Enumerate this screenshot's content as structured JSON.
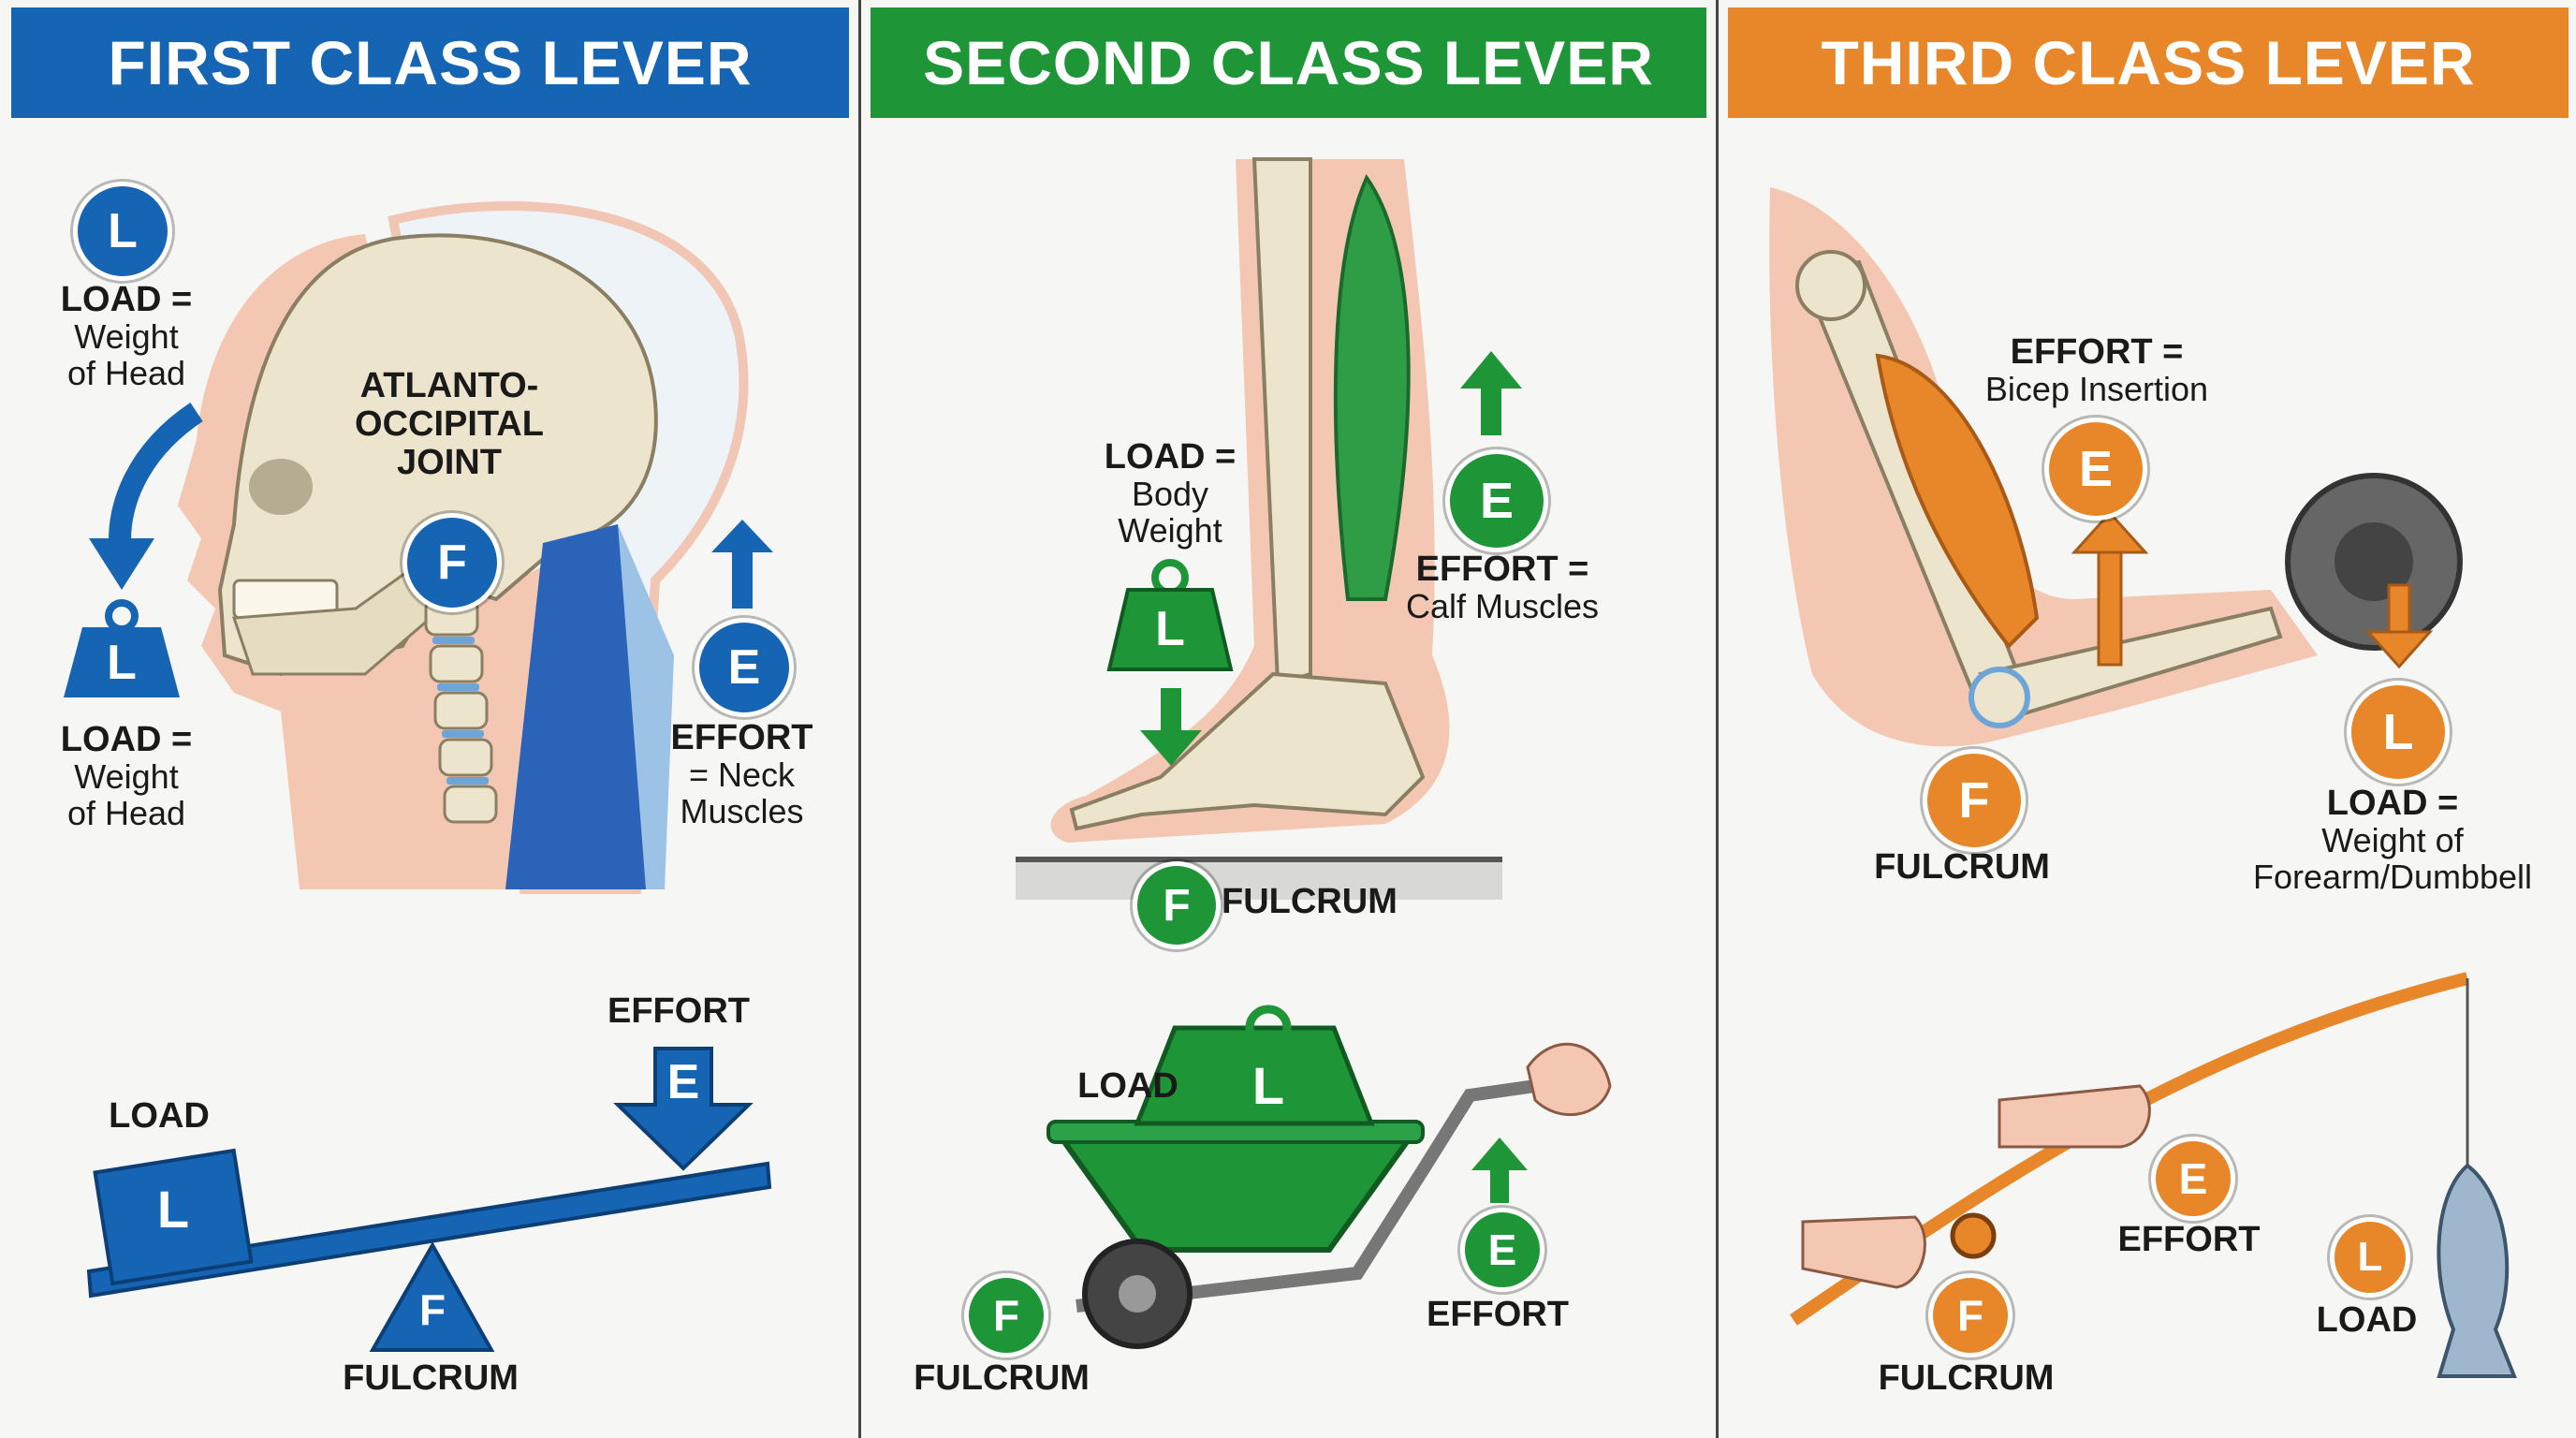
{
  "colors": {
    "first": "#1565b4",
    "second": "#1e9638",
    "third": "#e8872a",
    "bone": "#ece4cc",
    "skin": "#f3c7b2",
    "ink": "#1a1a1a"
  },
  "panels": [
    {
      "title": "FIRST CLASS LEVER",
      "badges": {
        "load": "L",
        "fulcrum": "F",
        "effort": "E",
        "weight": "L"
      },
      "anatomy": {
        "load_top_line1": "LOAD =",
        "load_top_line2": "Weight",
        "load_top_line3": "of Head",
        "load_bottom_line1": "LOAD =",
        "load_bottom_line2": "Weight",
        "load_bottom_line3": "of Head",
        "joint_line1": "ATLANTO-",
        "joint_line2": "OCCIPITAL",
        "joint_line3": "JOINT",
        "effort_line1": "EFFORT",
        "effort_line2": "= Neck",
        "effort_line3": "Muscles"
      },
      "simple": {
        "load": "LOAD",
        "load_box": "L",
        "effort": "EFFORT",
        "effort_arrow": "E",
        "fulcrum": "FULCRUM",
        "fulcrum_tri": "F"
      }
    },
    {
      "title": "SECOND CLASS LEVER",
      "badges": {
        "weight": "L",
        "effort": "E",
        "fulcrum": "F"
      },
      "anatomy": {
        "load_line1": "LOAD =",
        "load_line2": "Body",
        "load_line3": "Weight",
        "effort_line1": "EFFORT =",
        "effort_line2": "Calf Muscles",
        "fulcrum": "FULCRUM"
      },
      "simple": {
        "load": "LOAD",
        "load_weight": "L",
        "effort": "EFFORT",
        "effort_badge": "E",
        "fulcrum": "FULCRUM",
        "fulcrum_badge": "F"
      }
    },
    {
      "title": "THIRD CLASS LEVER",
      "badges": {
        "effort": "E",
        "load": "L",
        "fulcrum": "F"
      },
      "anatomy": {
        "effort_line1": "EFFORT =",
        "effort_line2": "Bicep Insertion",
        "fulcrum": "FULCRUM",
        "load_line1": "LOAD =",
        "load_line2": "Weight of",
        "load_line3": "Forearm/Dumbbell"
      },
      "simple": {
        "effort": "EFFORT",
        "effort_badge": "E",
        "load": "LOAD",
        "load_badge": "L",
        "fulcrum": "FULCRUM",
        "fulcrum_badge": "F"
      }
    }
  ]
}
